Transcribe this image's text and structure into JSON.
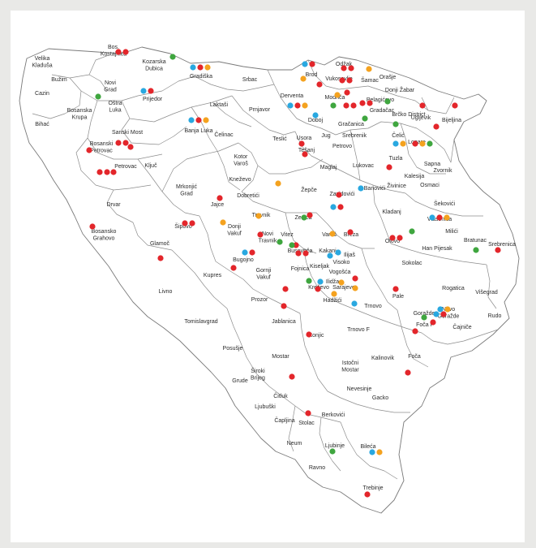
{
  "colors": {
    "red": "#e3262b",
    "green": "#3fa63f",
    "blue": "#29a8e0",
    "orange": "#f4a21f"
  },
  "municipalities": [
    {
      "name": "Velika\nKladuša"
    },
    {
      "name": "Bužim"
    },
    {
      "name": "Cazin"
    },
    {
      "name": "Bihać"
    },
    {
      "name": "Bosanska\nKrupa"
    },
    {
      "name": "Bos.\nKostajnica"
    },
    {
      "name": "Kozarska\nDubica"
    },
    {
      "name": "Novi\nGrad"
    },
    {
      "name": "Oštra\nLuka"
    },
    {
      "name": "Prijedor"
    },
    {
      "name": "Gradiška"
    },
    {
      "name": "Srbac"
    },
    {
      "name": "Laktaši"
    },
    {
      "name": "Banja Luka"
    },
    {
      "name": "Prnjavor"
    },
    {
      "name": "Sanski Most"
    },
    {
      "name": "Bosanski\nPetrovac"
    },
    {
      "name": "Petrovac"
    },
    {
      "name": "Ključ"
    },
    {
      "name": "Mrkonjić\nGrad"
    },
    {
      "name": "Čelinac"
    },
    {
      "name": "Kotor\nVaroš"
    },
    {
      "name": "Kneževo"
    },
    {
      "name": "Teslić"
    },
    {
      "name": "Drvar"
    },
    {
      "name": "Bosansko\nGrahovo"
    },
    {
      "name": "Glamoč"
    },
    {
      "name": "Šipovo"
    },
    {
      "name": "Jajce"
    },
    {
      "name": "Dobretići"
    },
    {
      "name": "Donji\nVakuf"
    },
    {
      "name": "Travnik"
    },
    {
      "name": "Novi\nTravnik"
    },
    {
      "name": "Vitez"
    },
    {
      "name": "Busovača"
    },
    {
      "name": "Bugojno"
    },
    {
      "name": "Gornji\nVakuf"
    },
    {
      "name": "Kupres"
    },
    {
      "name": "Livno"
    },
    {
      "name": "Tomislavgrad"
    },
    {
      "name": "Prozor"
    },
    {
      "name": "Fojnica"
    },
    {
      "name": "Kreševo"
    },
    {
      "name": "Kiseljak"
    },
    {
      "name": "Hadžići"
    },
    {
      "name": "Jablanica"
    },
    {
      "name": "Konjic"
    },
    {
      "name": "Posušje"
    },
    {
      "name": "Grude"
    },
    {
      "name": "Široki\nBrijeg"
    },
    {
      "name": "Mostar"
    },
    {
      "name": "Čitluk"
    },
    {
      "name": "Ljubuški"
    },
    {
      "name": "Čapljina"
    },
    {
      "name": "Stolac"
    },
    {
      "name": "Berkovići"
    },
    {
      "name": "Neum"
    },
    {
      "name": "Ravno"
    },
    {
      "name": "Ljubinje"
    },
    {
      "name": "Bileća"
    },
    {
      "name": "Trebinje"
    },
    {
      "name": "Nevesinje"
    },
    {
      "name": "Gacko"
    },
    {
      "name": "Istočni\nMostar"
    },
    {
      "name": "Kalinovik"
    },
    {
      "name": "Trnovo F"
    },
    {
      "name": "Trnovo"
    },
    {
      "name": "Sarajevo"
    },
    {
      "name": "Ilidža"
    },
    {
      "name": "Vogošća"
    },
    {
      "name": "Ilijaš"
    },
    {
      "name": "Breza"
    },
    {
      "name": "Visoko"
    },
    {
      "name": "Kakanj"
    },
    {
      "name": "Vareš"
    },
    {
      "name": "Zenica"
    },
    {
      "name": "Žepče"
    },
    {
      "name": "Zavidovići"
    },
    {
      "name": "Maglaj"
    },
    {
      "name": "Tešanj"
    },
    {
      "name": "Usora"
    },
    {
      "name": "Doboj"
    },
    {
      "name": "Jug"
    },
    {
      "name": "Derventa"
    },
    {
      "name": "Brod"
    },
    {
      "name": "Modriča"
    },
    {
      "name": "Vukosavlje"
    },
    {
      "name": "Odžak"
    },
    {
      "name": "Šamac"
    },
    {
      "name": "Orašje"
    },
    {
      "name": "Donji Žabar"
    },
    {
      "name": "Pelagićevo"
    },
    {
      "name": "Gradačac"
    },
    {
      "name": "Brčko District"
    },
    {
      "name": "Gračanica"
    },
    {
      "name": "Srebrenik"
    },
    {
      "name": "Čelić"
    },
    {
      "name": "Petrovo"
    },
    {
      "name": "Lukovac"
    },
    {
      "name": "Tuzla"
    },
    {
      "name": "Lopare"
    },
    {
      "name": "Ugljevik"
    },
    {
      "name": "Bijeljina"
    },
    {
      "name": "Sapna"
    },
    {
      "name": "Zvornik"
    },
    {
      "name": "Kalesija"
    },
    {
      "name": "Osmaci"
    },
    {
      "name": "Živinice"
    },
    {
      "name": "Banovići"
    },
    {
      "name": "Kladanj"
    },
    {
      "name": "Šekovići"
    },
    {
      "name": "Vlasenica"
    },
    {
      "name": "Milići"
    },
    {
      "name": "Bratunac"
    },
    {
      "name": "Srebrenica"
    },
    {
      "name": "Han Pijesak"
    },
    {
      "name": "Olovo"
    },
    {
      "name": "Sokolac"
    },
    {
      "name": "Rogatica"
    },
    {
      "name": "Višegrad"
    },
    {
      "name": "Pale"
    },
    {
      "name": "Rudo"
    },
    {
      "name": "Goražde"
    },
    {
      "name": "Novo\nGoražde"
    },
    {
      "name": "Čajniče"
    },
    {
      "name": "Foča F"
    },
    {
      "name": "Foča"
    }
  ],
  "dots": [
    [
      "green"
    ],
    [
      "red",
      "red"
    ],
    [
      "blue",
      "red",
      "orange"
    ],
    [
      "red",
      "red"
    ],
    [
      "green"
    ],
    [
      "blue",
      "red",
      "orange"
    ],
    [
      "blue",
      "red"
    ],
    [
      "blue",
      "red"
    ],
    [
      "orange"
    ],
    [
      "red",
      "red"
    ],
    [
      "orange"
    ],
    [
      "red",
      "red"
    ],
    [
      "red"
    ],
    [
      "blue",
      "red",
      "orange"
    ],
    [
      "green"
    ],
    [
      "red"
    ],
    [
      "orange"
    ],
    [
      "red",
      "red"
    ],
    [
      "red",
      "red"
    ],
    [
      "green"
    ],
    [
      "green"
    ],
    [
      "green"
    ],
    [
      "red"
    ],
    [
      "red"
    ],
    [
      "red"
    ],
    [
      "red",
      "red"
    ],
    [
      "red"
    ],
    [
      "red"
    ],
    [
      "red"
    ],
    [
      "red"
    ],
    [
      "red",
      "red"
    ],
    [
      "red"
    ],
    [
      "orange"
    ],
    [
      "orange"
    ],
    [
      "green"
    ],
    [
      "blue",
      "red"
    ],
    [
      "red"
    ],
    [
      "red"
    ],
    [
      "red"
    ],
    [
      "orange"
    ],
    [
      "red"
    ],
    [
      "red"
    ],
    [
      "blue"
    ],
    [
      "blue"
    ],
    [
      "red"
    ],
    [
      "red"
    ],
    [
      "blue",
      "red"
    ],
    [
      "red"
    ],
    [
      "red"
    ],
    [
      "red",
      "red"
    ],
    [
      "green"
    ],
    [
      "red"
    ],
    [
      "red"
    ],
    [
      "red"
    ],
    [
      "green"
    ],
    [
      "blue",
      "orange"
    ],
    [
      "red"
    ],
    [
      "red"
    ],
    [
      "green"
    ],
    [
      "red",
      "red"
    ],
    [
      "blue",
      "red",
      "orange"
    ],
    [
      "green"
    ],
    [
      "red"
    ],
    [
      "blue",
      "red"
    ],
    [
      "green"
    ],
    [
      "orange"
    ],
    [
      "blue"
    ],
    [
      "red"
    ],
    [
      "blue",
      "orange"
    ],
    [
      "red"
    ],
    [
      "red"
    ],
    [
      "red"
    ],
    [
      "blue"
    ],
    [
      "red"
    ],
    [
      "green"
    ],
    [
      "green"
    ],
    [
      "orange"
    ],
    [
      "blue"
    ],
    [
      "red"
    ],
    [
      "blue"
    ],
    [
      "orange"
    ],
    [
      "orange"
    ],
    [
      "blue",
      "orange"
    ],
    [
      "red",
      "orange",
      "green"
    ],
    [
      "red"
    ],
    [
      "red"
    ],
    [
      "red"
    ],
    [
      "orange",
      "blue",
      "red",
      "green"
    ]
  ]
}
